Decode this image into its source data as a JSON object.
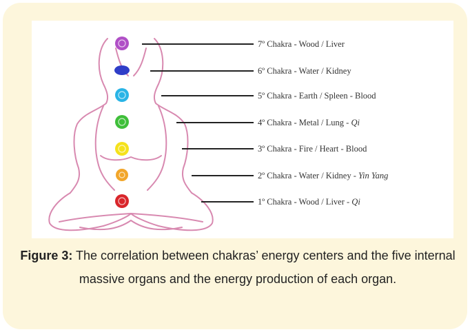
{
  "chakras": [
    {
      "prefix": "7º Chakra - Wood / Liver",
      "italic": "",
      "color": "#b04fc6"
    },
    {
      "prefix": "6º Chakra - Water / Kidney",
      "italic": "",
      "color": "#2f3ec8"
    },
    {
      "prefix": "5º Chakra - Earth / Spleen - Blood",
      "italic": "",
      "color": "#29b4e6"
    },
    {
      "prefix": "4º Chakra - Metal / Lung - ",
      "italic": "Qi",
      "color": "#3fbf3a"
    },
    {
      "prefix": "3º Chakra - Fire / Heart - Blood",
      "italic": "",
      "color": "#f5e21c"
    },
    {
      "prefix": "2º Chakra - Water / Kidney - ",
      "italic": "Yin Yang",
      "color": "#f2a62a"
    },
    {
      "prefix": "1º Chakra - Wood / Liver - ",
      "italic": "Qi",
      "color": "#d9262b"
    }
  ],
  "caption": {
    "label": "Figure 3:",
    "text": " The correlation between chakras’ energy centers and the five internal massive organs and the energy production of each organ."
  },
  "colors": {
    "card_background": "#fdf6dc",
    "outline": "#d889b0",
    "line": "#222222"
  }
}
